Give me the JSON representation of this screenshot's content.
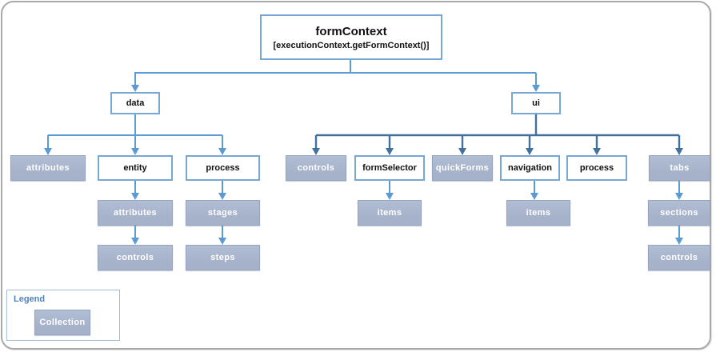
{
  "diagram": {
    "root": {
      "label": "formContext",
      "sublabel": "[executionContext.getFormContext()]"
    },
    "nodes": {
      "data": {
        "label": "data",
        "type": "object"
      },
      "ui": {
        "label": "ui",
        "type": "object"
      },
      "data_attributes": {
        "label": "attributes",
        "type": "collection"
      },
      "entity": {
        "label": "entity",
        "type": "object"
      },
      "data_process": {
        "label": "process",
        "type": "object"
      },
      "entity_attributes": {
        "label": "attributes",
        "type": "collection"
      },
      "entity_controls": {
        "label": "controls",
        "type": "collection"
      },
      "process_stages": {
        "label": "stages",
        "type": "collection"
      },
      "process_steps": {
        "label": "steps",
        "type": "collection"
      },
      "ui_controls": {
        "label": "controls",
        "type": "collection"
      },
      "formSelector": {
        "label": "formSelector",
        "type": "object"
      },
      "quickForms": {
        "label": "quickForms",
        "type": "collection"
      },
      "navigation": {
        "label": "navigation",
        "type": "object"
      },
      "ui_process": {
        "label": "process",
        "type": "object"
      },
      "tabs": {
        "label": "tabs",
        "type": "collection"
      },
      "formSelector_items": {
        "label": "items",
        "type": "collection"
      },
      "navigation_items": {
        "label": "items",
        "type": "collection"
      },
      "tabs_sections": {
        "label": "sections",
        "type": "collection"
      },
      "tabs_controls": {
        "label": "controls",
        "type": "collection"
      }
    },
    "edges": [
      [
        "formContext",
        "data"
      ],
      [
        "formContext",
        "ui"
      ],
      [
        "data",
        "attributes"
      ],
      [
        "data",
        "entity"
      ],
      [
        "data",
        "process"
      ],
      [
        "entity",
        "attributes"
      ],
      [
        "entity.attributes",
        "controls"
      ],
      [
        "data.process",
        "stages"
      ],
      [
        "stages",
        "steps"
      ],
      [
        "ui",
        "controls"
      ],
      [
        "ui",
        "formSelector"
      ],
      [
        "ui",
        "quickForms"
      ],
      [
        "ui",
        "navigation"
      ],
      [
        "ui",
        "process"
      ],
      [
        "ui",
        "tabs"
      ],
      [
        "formSelector",
        "items"
      ],
      [
        "navigation",
        "items"
      ],
      [
        "tabs",
        "sections"
      ],
      [
        "sections",
        "controls"
      ]
    ]
  },
  "legend": {
    "title": "Legend",
    "collection_label": "Collection"
  },
  "colors": {
    "light_connector": "#5b9bd5",
    "dark_connector": "#41719c",
    "box_border": "#79a7d4",
    "collection_fill": "#a6b2ca",
    "collection_border": "#96a5c1",
    "legend_title": "#4f81bd",
    "frame_border": "#a9a9a9"
  }
}
